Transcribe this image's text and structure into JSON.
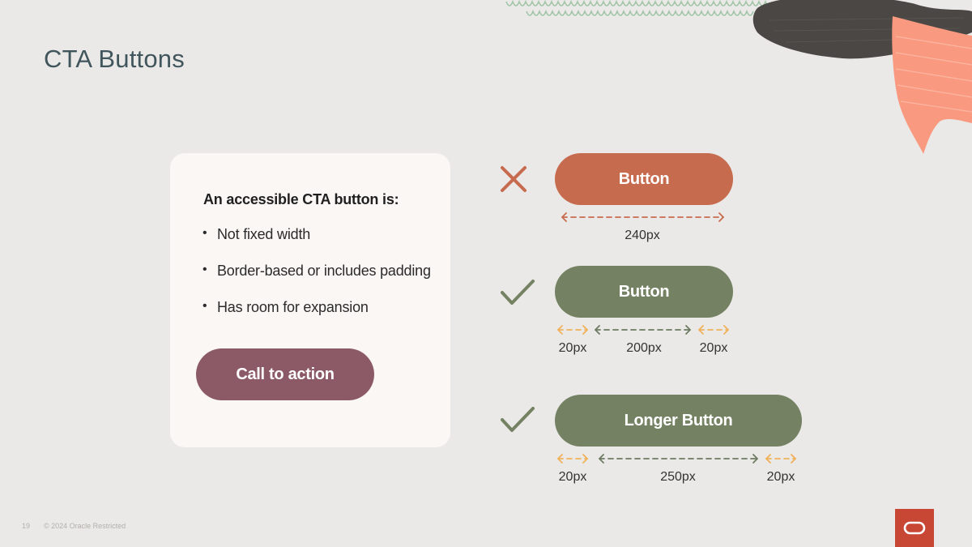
{
  "slide": {
    "title": "CTA Buttons",
    "page_number": "19",
    "copyright": "© 2024 Oracle Restricted",
    "colors": {
      "background": "#eae9e7",
      "title": "#41555c",
      "card": "#faf7f5",
      "bad": "#c76b4e",
      "good": "#748263",
      "cta": "#8c5a66",
      "padding_arrow": "#f0b25a",
      "oracle_red": "#c74634"
    }
  },
  "card": {
    "heading": "An accessible CTA button is:",
    "bullets": [
      "Not fixed width",
      "Border-based or includes padding",
      "Has room for expansion"
    ],
    "cta_label": "Call to action"
  },
  "examples": {
    "bad": {
      "status_icon": "x-icon",
      "button_label": "Button",
      "width_label": "240px"
    },
    "good_short": {
      "status_icon": "check-icon",
      "button_label": "Button",
      "padding_left_label": "20px",
      "content_label": "200px",
      "padding_right_label": "20px"
    },
    "good_long": {
      "status_icon": "check-icon",
      "button_label": "Longer Button",
      "padding_left_label": "20px",
      "content_label": "250px",
      "padding_right_label": "20px"
    }
  },
  "logo": {
    "icon": "oracle-logo-icon"
  }
}
